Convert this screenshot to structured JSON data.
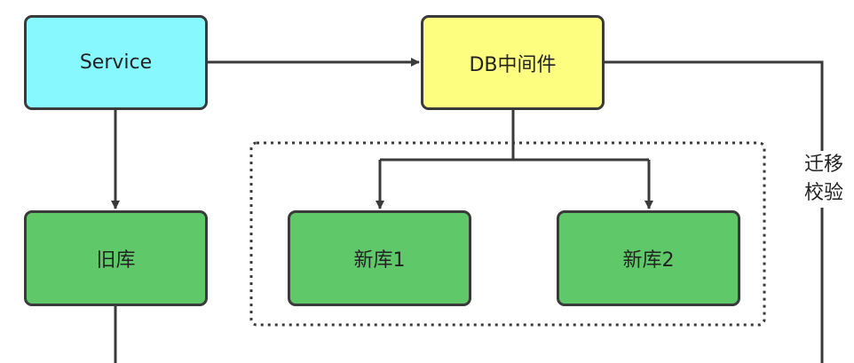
{
  "nodes": {
    "service": "Service",
    "db_middleware": "DB中间件",
    "old_db": "旧库",
    "new_db_1": "新库1",
    "new_db_2": "新库2"
  },
  "edge_label": "迁移\n校验",
  "colors": {
    "service_fill": "#88f8ff",
    "middleware_fill": "#fdfd80",
    "db_fill": "#5fc96a",
    "stroke": "#3a3a3a"
  }
}
